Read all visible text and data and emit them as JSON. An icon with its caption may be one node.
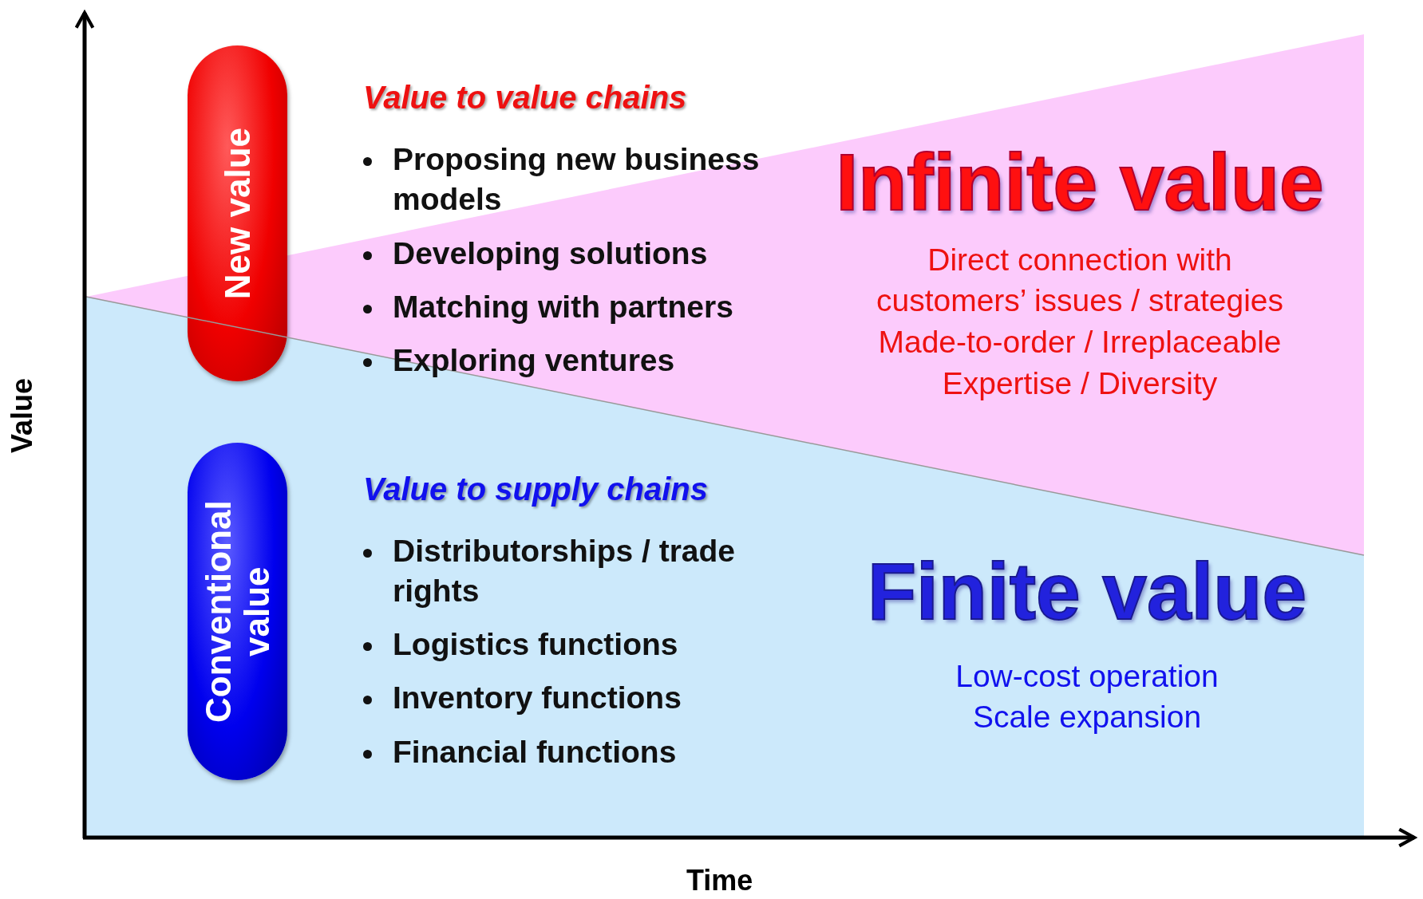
{
  "diagram": {
    "nodes": [
      {
        "text": [
          "Infinite value",
          "Direct connection with customers’ issues / strategies",
          "Made-to-order / Irreplaceable",
          "Expertise / Diversity"
        ]
      },
      {
        "text": [
          "Finite value",
          "Low-cost operation",
          "Scale expansion"
        ]
      },
      {
        "text": [
          "New value"
        ]
      },
      {
        "text": [
          "Conventional value"
        ],
        "in": 1
      }
    ],
    "edges": [],
    "labels": [
      "Value to value chains",
      "Proposing new business models",
      "Developing solutions",
      "Matching with partners",
      "Exploring ventures",
      "Value",
      "Value to supply chains",
      "Distributorships / trade rights",
      "Logistics functions",
      "Inventory functions",
      "Financial functions",
      "Time"
    ]
  }
}
